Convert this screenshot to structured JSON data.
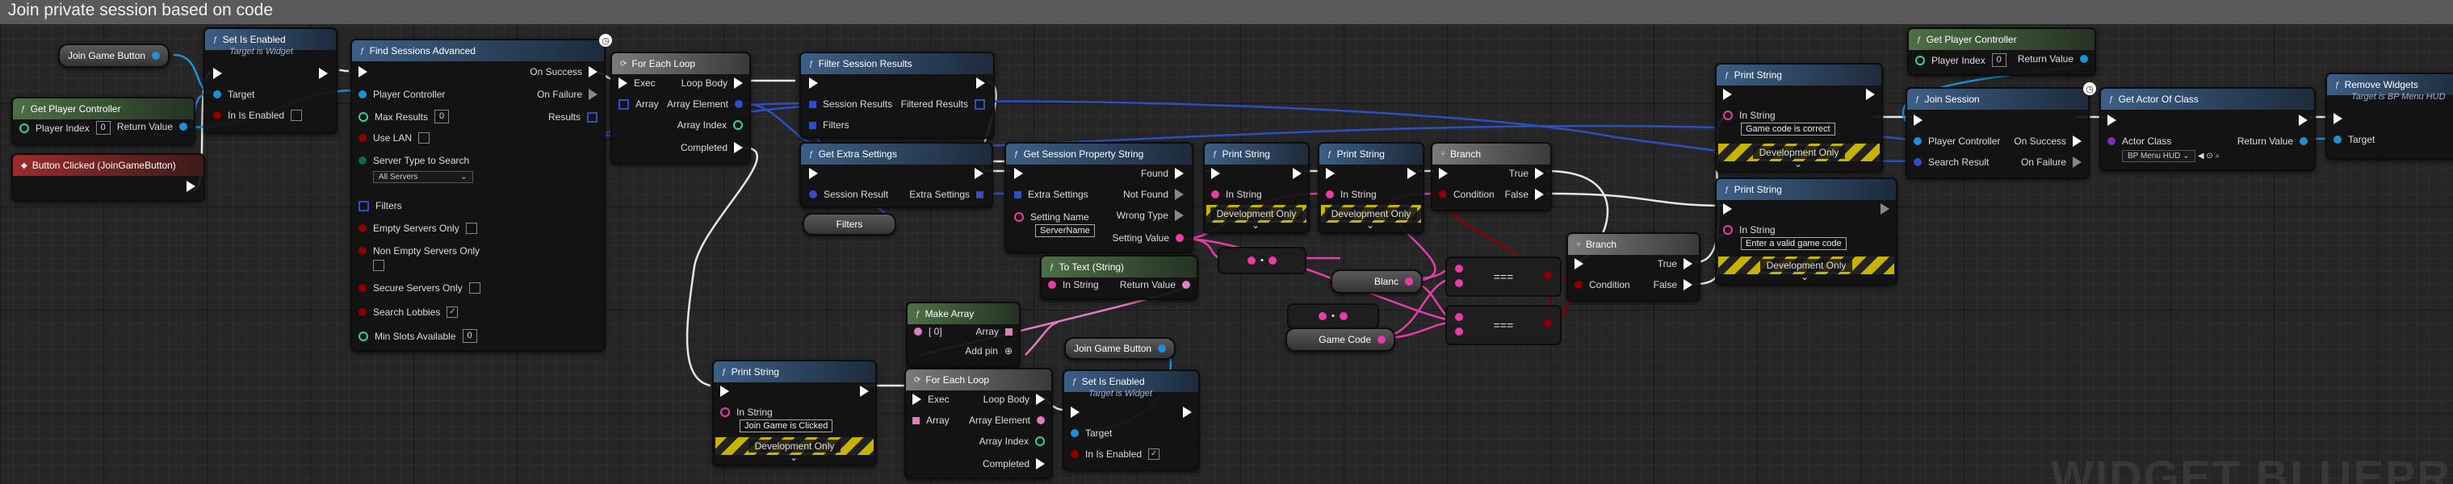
{
  "comment_title": "Join private session based on code",
  "watermark": "WIDGET BLUEPRINT",
  "colors": {
    "exec": "#ffffff",
    "object": "#1e8fd6",
    "bool": "#8b0000",
    "int": "#2bd6a0",
    "string": "#e83ca8",
    "text": "#e07cc0",
    "struct": "#2c4fc1"
  },
  "nodes": {
    "join_game_var": {
      "label": "Join Game Button"
    },
    "get_pc1": {
      "title": "Get Player Controller",
      "player_index": "Player Index",
      "player_index_val": "0",
      "return": "Return Value"
    },
    "btn_clicked": {
      "title": "Button Clicked (JoinGameButton)"
    },
    "set_enabled1": {
      "title": "Set Is Enabled",
      "subtitle": "Target is Widget",
      "target": "Target",
      "in_is_enabled": "In Is Enabled"
    },
    "find_sessions": {
      "title": "Find Sessions Advanced",
      "player_controller": "Player Controller",
      "max_results": "Max Results",
      "max_results_val": "0",
      "use_lan": "Use LAN",
      "server_type": "Server Type to Search",
      "server_type_val": "All Servers",
      "filters": "Filters",
      "empty": "Empty Servers Only",
      "non_empty": "Non Empty Servers Only",
      "secure": "Secure Servers Only",
      "search_lobbies": "Search Lobbies",
      "min_slots": "Min Slots Available",
      "min_slots_val": "0",
      "on_success": "On Success",
      "on_failure": "On Failure",
      "results": "Results"
    },
    "foreach1": {
      "title": "For Each Loop",
      "exec": "Exec",
      "array": "Array",
      "loop_body": "Loop Body",
      "array_element": "Array Element",
      "array_index": "Array Index",
      "completed": "Completed"
    },
    "filter_results": {
      "title": "Filter Session Results",
      "session_results": "Session Results",
      "filters": "Filters",
      "filtered": "Filtered Results"
    },
    "get_extra": {
      "title": "Get Extra Settings",
      "session_result": "Session Result",
      "extra_settings": "Extra Settings"
    },
    "filters_var": {
      "label": "Filters"
    },
    "get_prop": {
      "title": "Get Session Property String",
      "extra_settings": "Extra Settings",
      "setting_name": "Setting Name",
      "setting_name_val": "ServerName",
      "found": "Found",
      "not_found": "Not Found",
      "wrong_type": "Wrong Type",
      "setting_value": "Setting Value"
    },
    "print1": {
      "title": "Print String",
      "in_string": "In String",
      "dev": "Development Only"
    },
    "print2": {
      "title": "Print String",
      "in_string": "In String",
      "dev": "Development Only"
    },
    "branch1": {
      "title": "Branch",
      "condition": "Condition",
      "true": "True",
      "false": "False"
    },
    "branch2": {
      "title": "Branch",
      "condition": "Condition",
      "true": "True",
      "false": "False"
    },
    "totext": {
      "title": "To Text (String)",
      "in_string": "In String",
      "return": "Return Value"
    },
    "blanc": {
      "label": "Blanc"
    },
    "gamecode": {
      "label": "Game Code"
    },
    "eq1": {
      "label": "==="
    },
    "eq2": {
      "label": "==="
    },
    "make_array": {
      "title": "Make Array",
      "item0": "[ 0]",
      "array": "Array",
      "add_pin": "Add pin"
    },
    "print_clicked": {
      "title": "Print String",
      "in_string": "In String",
      "value": "Join Game is Clicked",
      "dev": "Development Only"
    },
    "foreach2": {
      "title": "For Each Loop",
      "exec": "Exec",
      "array": "Array",
      "loop_body": "Loop Body",
      "array_element": "Array Element",
      "array_index": "Array Index",
      "completed": "Completed"
    },
    "join_game_var2": {
      "label": "Join Game Button"
    },
    "set_enabled2": {
      "title": "Set Is Enabled",
      "subtitle": "Target is Widget",
      "target": "Target",
      "in_is_enabled": "In Is Enabled"
    },
    "print_correct": {
      "title": "Print String",
      "in_string": "In String",
      "value": "Game code is correct",
      "dev": "Development Only"
    },
    "print_invalid": {
      "title": "Print String",
      "in_string": "In String",
      "value": "Enter a valid game code",
      "dev": "Development Only"
    },
    "get_pc2": {
      "title": "Get Player Controller",
      "player_index": "Player Index",
      "player_index_val": "0",
      "return": "Return Value"
    },
    "join_session": {
      "title": "Join Session",
      "player_controller": "Player Controller",
      "search_result": "Search Result",
      "on_success": "On Success",
      "on_failure": "On Failure"
    },
    "get_actor": {
      "title": "Get Actor Of Class",
      "actor_class": "Actor Class",
      "actor_class_val": "BP Menu HUD",
      "return": "Return Value"
    },
    "remove_widgets": {
      "title": "Remove Widgets",
      "subtitle": "Target is BP Menu HUD",
      "target": "Target"
    }
  }
}
